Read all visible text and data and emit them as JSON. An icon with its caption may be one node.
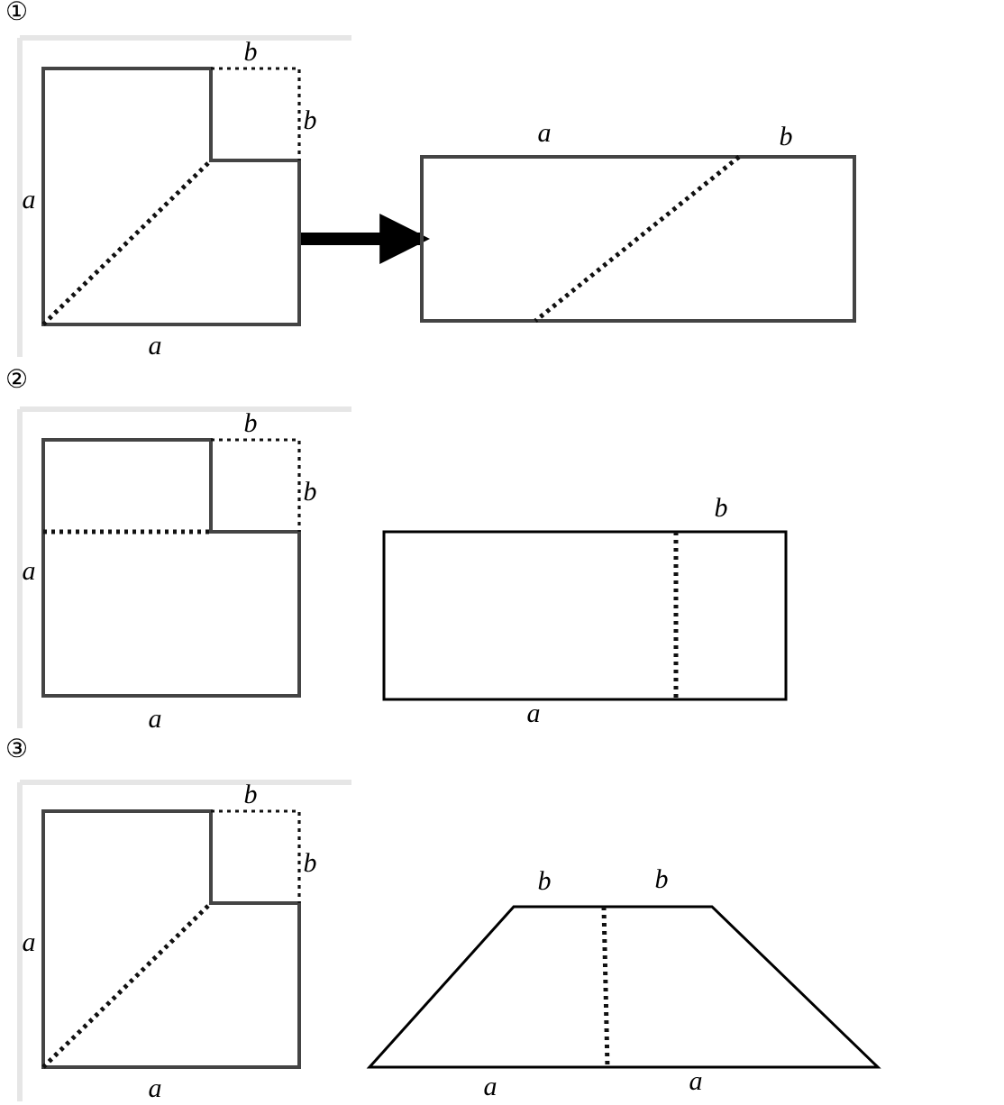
{
  "diagram": {
    "nodes": [
      {
        "text": [],
        "shape": "box",
        "beside": [
          "b",
          "b",
          "a",
          "a"
        ]
      },
      {
        "text": [],
        "shape": "box",
        "beside": [
          "a",
          "b"
        ]
      }
    ],
    "edges": [
      {
        "from": 0,
        "to": 1,
        "arrow": "to"
      }
    ],
    "labels": [
      "①",
      "②",
      "b",
      "b",
      "a",
      "a",
      "b",
      "a",
      "③",
      "b",
      "b",
      "a",
      "a",
      "b",
      "b",
      "a",
      "a"
    ]
  }
}
